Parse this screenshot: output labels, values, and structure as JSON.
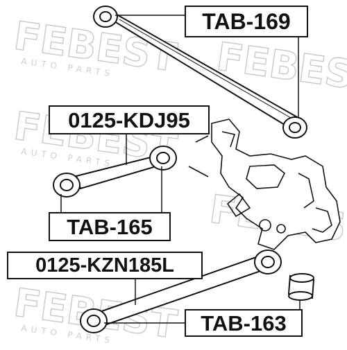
{
  "watermark": {
    "brand": "FEBEST",
    "subtitle": "AUTO PARTS"
  },
  "labels": {
    "tab169": "TAB-169",
    "kdj95": "0125-KDJ95",
    "tab165": "TAB-165",
    "kzn185l": "0125-KZN185L",
    "tab163": "TAB-163"
  },
  "colors": {
    "line": "#111111",
    "watermark": "#c9c9c9",
    "background": "#ffffff"
  }
}
